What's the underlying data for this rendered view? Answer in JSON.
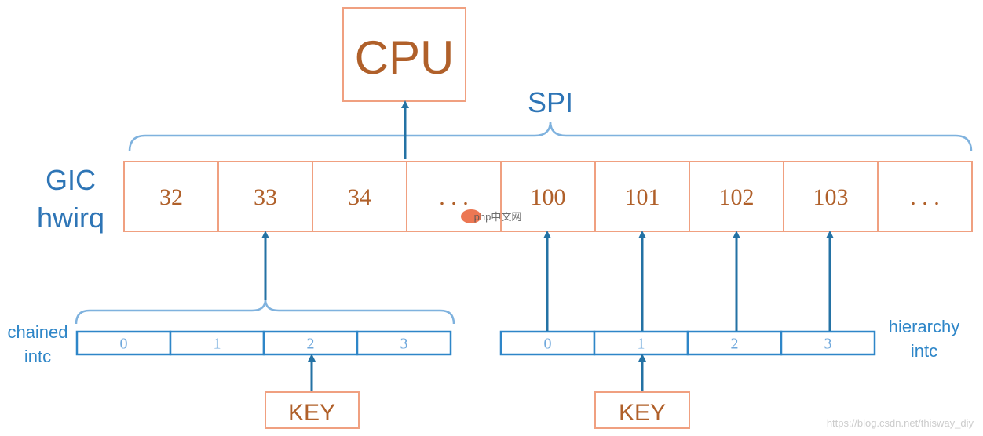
{
  "cpu": {
    "label": "CPU"
  },
  "spi": {
    "label": "SPI"
  },
  "gic": {
    "label_line1": "GIC",
    "label_line2": "hwirq",
    "cells": [
      "32",
      "33",
      "34",
      ". . .",
      "100",
      "101",
      "102",
      "103",
      ". . ."
    ]
  },
  "chained_intc": {
    "label_line1": "chained",
    "label_line2": "intc",
    "cells": [
      "0",
      "1",
      "2",
      "3"
    ]
  },
  "hierarchy_intc": {
    "label_line1": "hierarchy",
    "label_line2": "intc",
    "cells": [
      "0",
      "1",
      "2",
      "3"
    ]
  },
  "key_left": {
    "label": "KEY"
  },
  "key_right": {
    "label": "KEY"
  },
  "watermark": {
    "site": "php中文网",
    "url": "https://blog.csdn.net/thisway_diy"
  },
  "colors": {
    "orange_border": "#F0A080",
    "orange_text": "#B0602A",
    "blue_text": "#2E75B6",
    "blue_arrow": "#2472A4",
    "light_blue_brace": "#7FB2DE",
    "cell_blue_border": "#2E86C8",
    "cell_blue_text": "#6FA8DC"
  }
}
